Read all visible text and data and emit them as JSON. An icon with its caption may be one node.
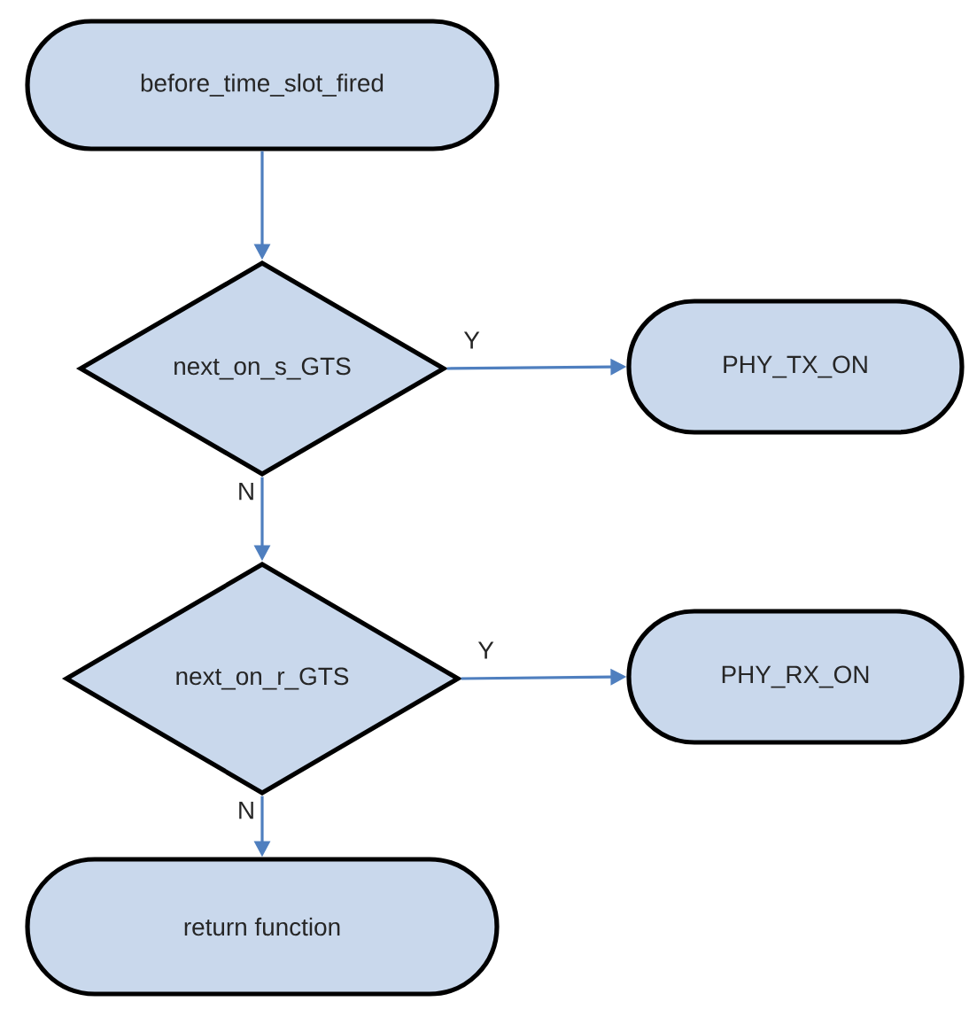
{
  "diagram": {
    "nodes": [
      {
        "text": [
          "before_time_slot_fired"
        ]
      },
      {
        "text": [
          "next_on_s_GTS"
        ]
      },
      {
        "text": [
          "PHY_TX_ON"
        ]
      },
      {
        "text": [
          "next_on_r_GTS"
        ]
      },
      {
        "text": [
          "PHY_RX_ON"
        ]
      },
      {
        "text": [
          "return function"
        ]
      }
    ],
    "edges": [
      {
        "from": 0,
        "to": 1,
        "arrow": "to"
      },
      {
        "from": 1,
        "to": 2,
        "arrow": "to",
        "label": "Y"
      },
      {
        "from": 1,
        "to": 3,
        "arrow": "to",
        "label": "N"
      },
      {
        "from": 3,
        "to": 4,
        "arrow": "to",
        "label": "Y"
      },
      {
        "from": 3,
        "to": 5,
        "arrow": "to",
        "label": "N"
      }
    ]
  }
}
